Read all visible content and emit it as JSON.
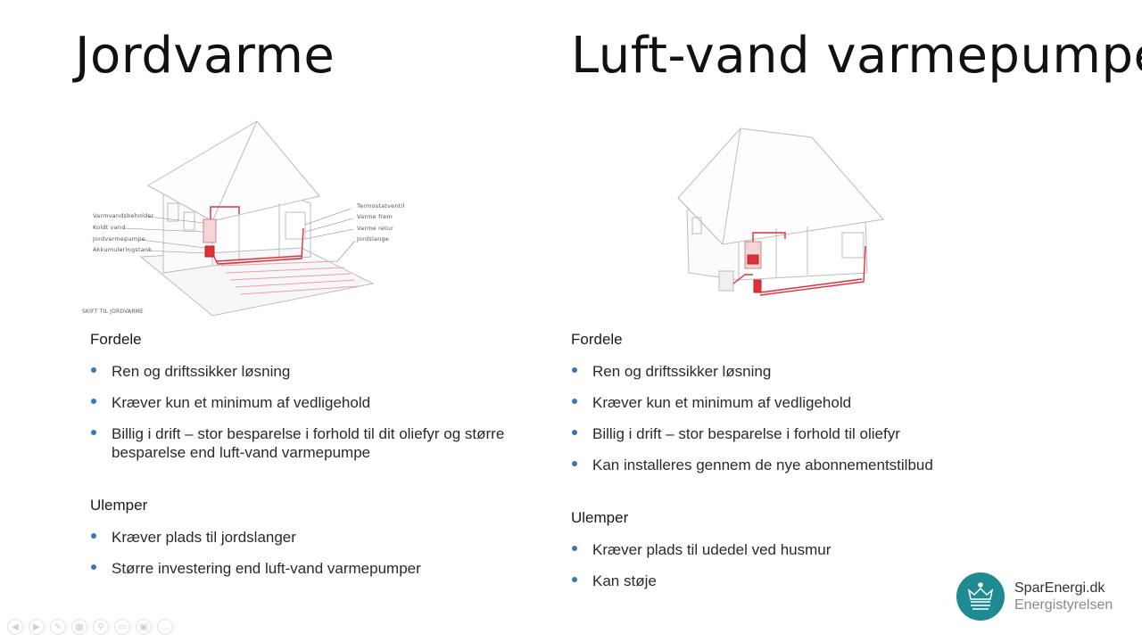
{
  "left": {
    "title": "Jordvarme",
    "illustration_labels": [
      "Varmvandsbeholder",
      "Koldt vand",
      "Jordvarmepumpe",
      "Akkumuleringstank",
      "Termostatventil",
      "Varme frem",
      "Varme retur",
      "Jordslange"
    ],
    "illustration_caption": "SKIFT TIL JORDVARME",
    "pros_heading": "Fordele",
    "pros": [
      "Ren og driftssikker løsning",
      "Kræver kun et minimum af vedligehold",
      "Billig i drift – stor besparelse i forhold til dit oliefyr og større besparelse end luft-vand varmepumpe"
    ],
    "cons_heading": "Ulemper",
    "cons": [
      "Kræver plads til jordslanger",
      "Større investering end luft-vand varmepumper"
    ]
  },
  "right": {
    "title": "Luft-vand varmepumpe",
    "pros_heading": "Fordele",
    "pros": [
      "Ren og driftssikker løsning",
      "Kræver kun et minimum af vedligehold",
      "Billig i drift – stor besparelse i forhold til oliefyr",
      "Kan installeres gennem de nye abonnementstilbud"
    ],
    "cons_heading": "Ulemper",
    "cons": [
      "Kræver plads til udedel ved husmur",
      "Kan støje"
    ]
  },
  "logo": {
    "name": "SparEnergi.dk",
    "sub": "Energistyrelsen"
  },
  "toolbar": {
    "buttons": [
      "back-icon",
      "forward-icon",
      "pen-icon",
      "menu-icon",
      "zoom-icon",
      "slides-icon",
      "subtitles-icon",
      "more-icon"
    ]
  },
  "colors": {
    "bullet": "#3a73c4",
    "logo": "#1e8a91",
    "pipe": "#e0303a"
  }
}
